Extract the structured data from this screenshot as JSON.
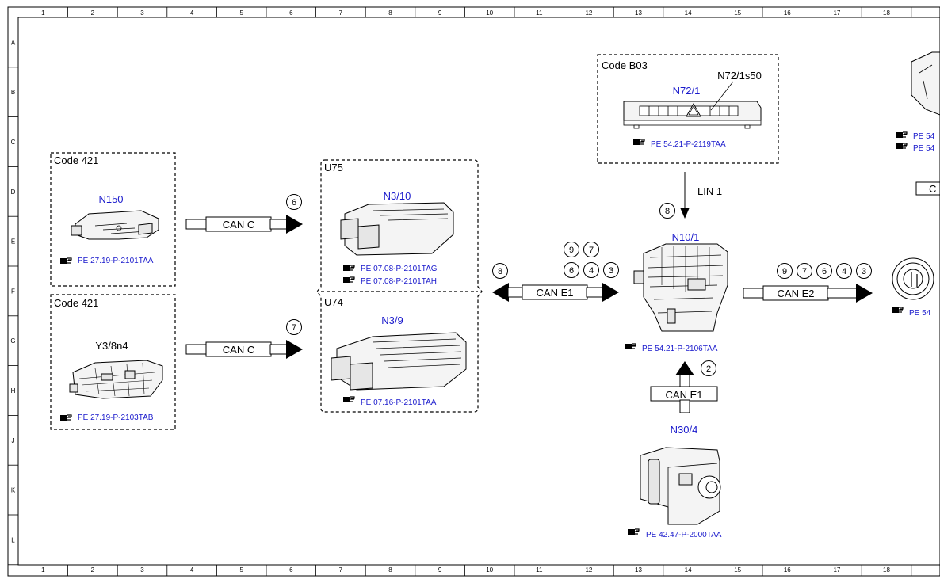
{
  "ruler": {
    "columns": [
      "1",
      "2",
      "3",
      "4",
      "5",
      "6",
      "7",
      "8",
      "9",
      "10",
      "11",
      "12",
      "13",
      "14",
      "15",
      "16",
      "17",
      "18"
    ],
    "rows": [
      "A",
      "B",
      "C",
      "D",
      "E",
      "F",
      "G",
      "H",
      "J",
      "K",
      "L"
    ]
  },
  "ref_icon": "pointing-hand-icon",
  "groups": {
    "code421_top": {
      "label": "Code 421",
      "component": "N150",
      "ref": "PE 27.19-P-2101TAA"
    },
    "code421_bottom": {
      "label": "Code 421",
      "component": "Y3/8n4",
      "ref": "PE 27.19-P-2103TAB"
    },
    "u75": {
      "label": "U75",
      "component": "N3/10",
      "ref1": "PE 07.08-P-2101TAG",
      "ref2": "PE 07.08-P-2101TAH"
    },
    "u74": {
      "label": "U74",
      "component": "N3/9",
      "ref": "PE 07.16-P-2101TAA"
    },
    "codeB03": {
      "label": "Code B03",
      "component": "N72/1",
      "subcomponent": "N72/1s50",
      "ref": "PE 54.21-P-2119TAA"
    }
  },
  "center": {
    "component": "N10/1",
    "ref": "PE 54.21-P-2106TAA"
  },
  "bottom": {
    "component": "N30/4",
    "ref": "PE 42.47-P-2000TAA"
  },
  "buses": {
    "can_c_top": "CAN C",
    "can_c_bottom": "CAN C",
    "can_e1_left": "CAN E1",
    "can_e1_bottom": "CAN E1",
    "can_e2": "CAN E2",
    "lin1": "LIN 1"
  },
  "circles": {
    "can_c_top": "6",
    "can_c_bottom": "7",
    "lin": "8",
    "e1_left_8": "8",
    "e1_left_9": "9",
    "e1_left_7": "7",
    "e1_left_6": "6",
    "e1_left_4": "4",
    "e1_left_3": "3",
    "e2_9": "9",
    "e2_7": "7",
    "e2_6": "6",
    "e2_4": "4",
    "e2_3": "3",
    "e1_bottom": "2"
  },
  "right_edge": {
    "ref1": "PE 54",
    "ref2": "PE 54",
    "ref3": "PE 54",
    "box_text": "C"
  }
}
